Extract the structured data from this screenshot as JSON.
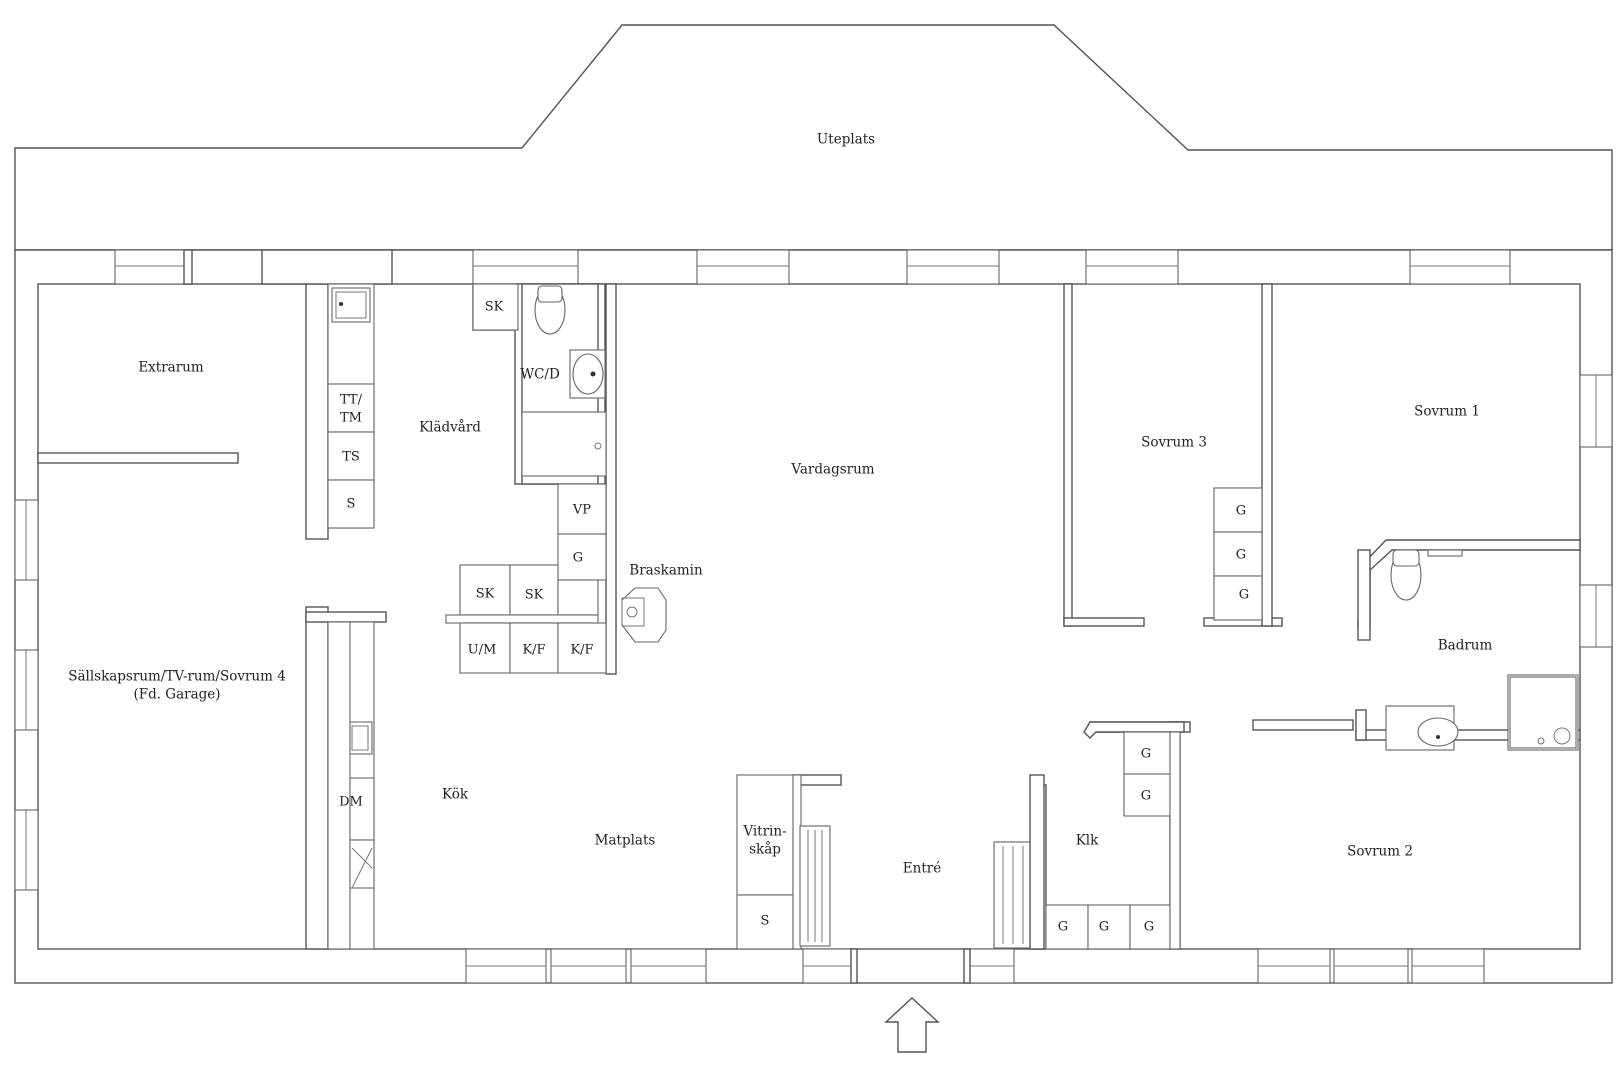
{
  "rooms": {
    "uteplats": "Uteplats",
    "extrarum": "Extrarum",
    "klädvård": "Klädvård",
    "wc_d": "WC/D",
    "vardagsrum": "Vardagsrum",
    "sovrum3": "Sovrum 3",
    "sovrum1": "Sovrum 1",
    "badrum": "Badrum",
    "sällskapsrum_line1": "Sällskapsrum/TV-rum/Sovrum 4",
    "sällskapsrum_line2": "(Fd. Garage)",
    "braskamin": "Braskamin",
    "kök": "Kök",
    "matplats": "Matplats",
    "vitrinskåp_line1": "Vitrin-",
    "vitrinskåp_line2": "skåp",
    "entré": "Entré",
    "klk": "Klk",
    "sovrum2": "Sovrum 2"
  },
  "fixtures": {
    "tt_tm_line1": "TT/",
    "tt_tm_line2": "TM",
    "ts": "TS",
    "s": "S",
    "sk": "SK",
    "vp": "VP",
    "g": "G",
    "um": "U/M",
    "kf": "K/F",
    "dm": "DM"
  }
}
